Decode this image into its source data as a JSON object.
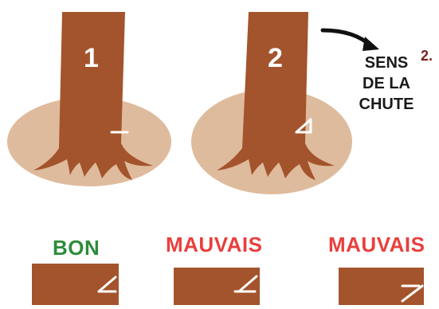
{
  "colors": {
    "trunk": "#a3542c",
    "ground": "#dfbb9d",
    "good": "#2e8b3a",
    "bad": "#e8403d",
    "step": "#7b1f1f",
    "cut": "#ffffff"
  },
  "trees": [
    {
      "number": "1",
      "cut": "flat"
    },
    {
      "number": "2",
      "cut": "notch"
    }
  ],
  "fall_direction": {
    "lines": [
      "SENS",
      "DE LA",
      "CHUTE"
    ],
    "icon": "curved-arrow-right"
  },
  "step_label": "2.",
  "examples": [
    {
      "verdict": "BON",
      "kind": "good",
      "cut": "notch-low"
    },
    {
      "verdict": "MAUVAIS",
      "kind": "bad",
      "cut": "notch-high"
    },
    {
      "verdict": "MAUVAIS",
      "kind": "bad",
      "cut": "notch-split"
    }
  ]
}
